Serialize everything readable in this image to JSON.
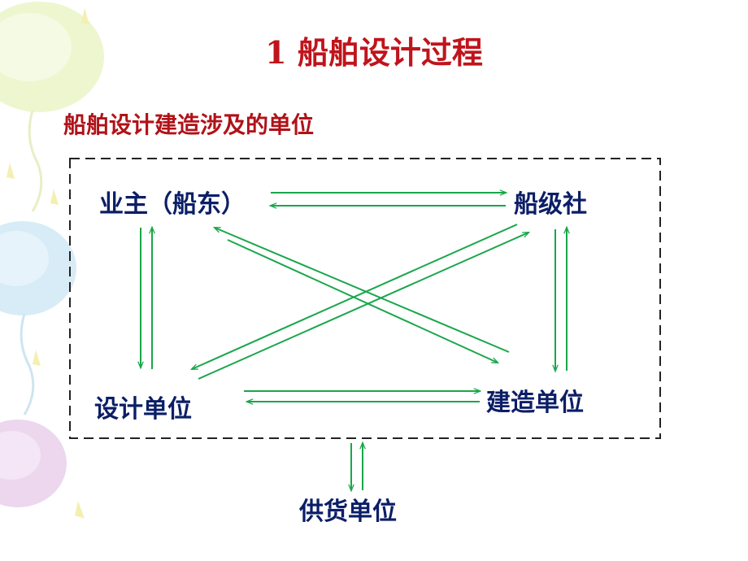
{
  "slide": {
    "title": "1 船舶设计过程",
    "subtitle": "船舶设计建造涉及的单位"
  },
  "nodes": {
    "owner": "业主（船东）",
    "classification": "船级社",
    "design": "设计单位",
    "construction": "建造单位",
    "supplier": "供货单位"
  },
  "colors": {
    "title": "#c0141c",
    "subtitle": "#b01218",
    "node_text": "#0b1e66",
    "arrow": "#1aa64a",
    "box_border": "#222222"
  }
}
